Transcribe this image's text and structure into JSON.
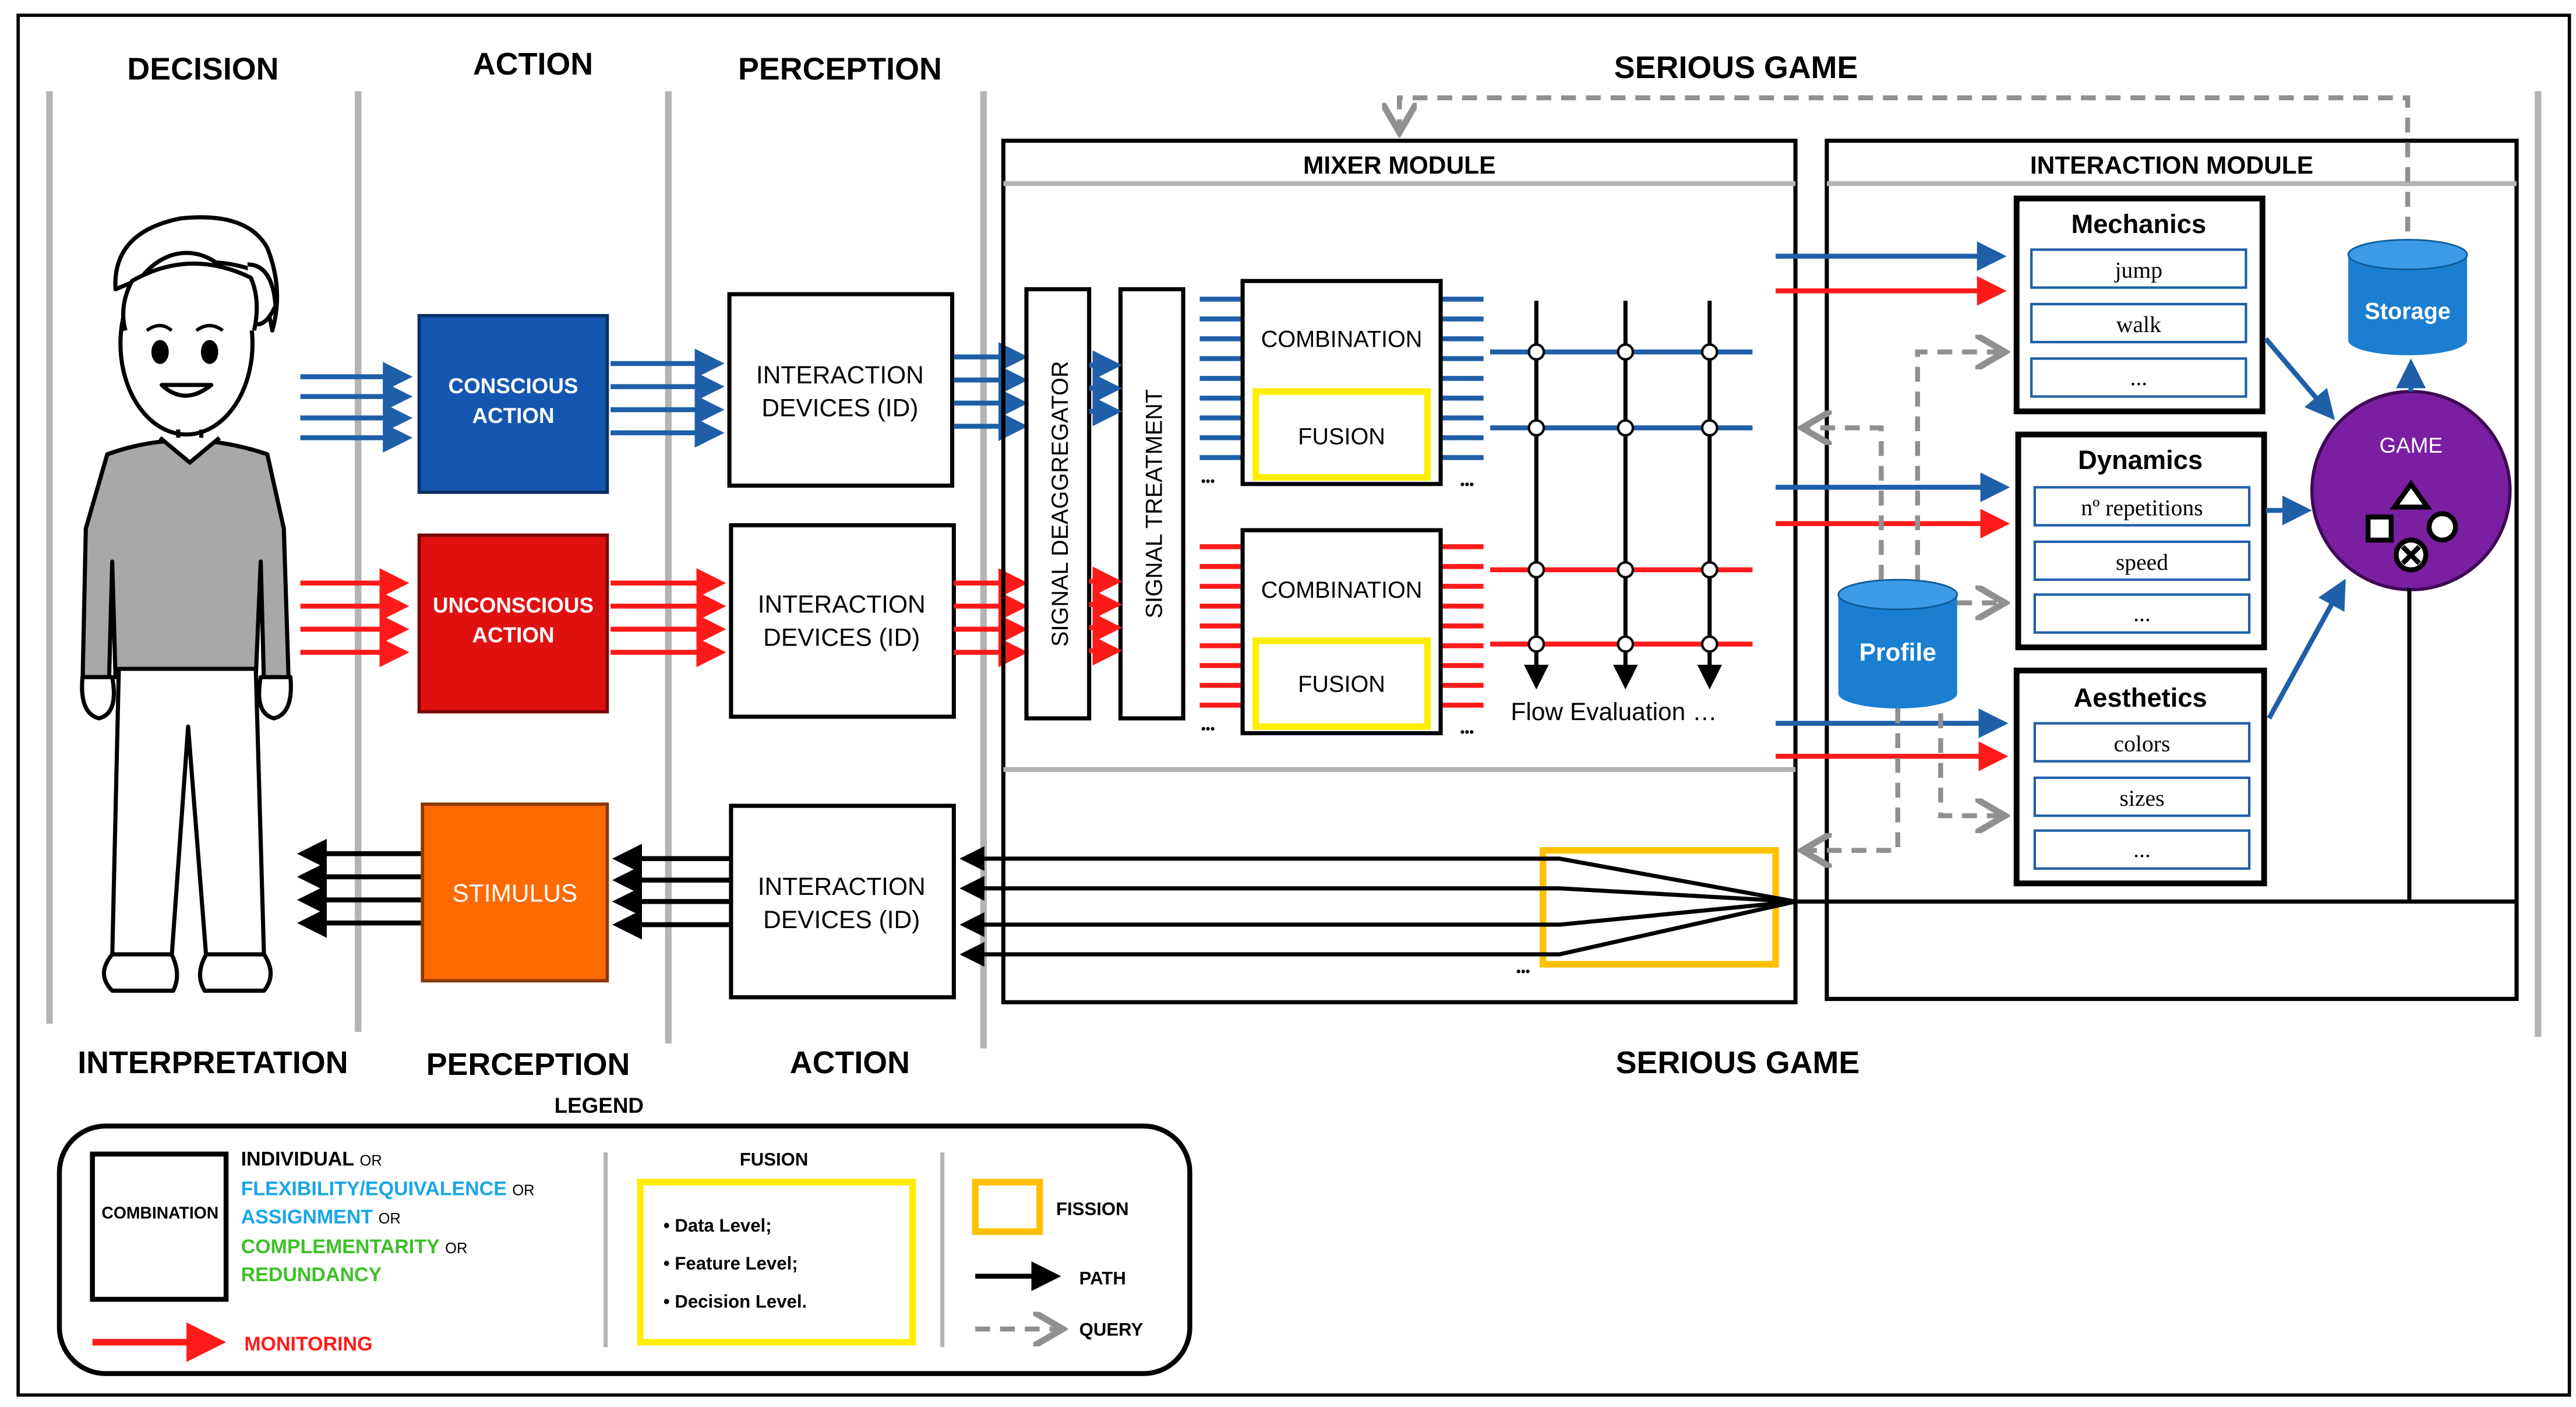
{
  "columns": {
    "top": [
      "DECISION",
      "ACTION",
      "PERCEPTION",
      "SERIOUS GAME"
    ],
    "bottom": [
      "INTERPRETATION",
      "PERCEPTION",
      "ACTION",
      "SERIOUS GAME"
    ]
  },
  "actions": {
    "conscious": [
      "CONSCIOUS",
      "ACTION"
    ],
    "unconscious": [
      "UNCONSCIOUS",
      "ACTION"
    ],
    "stimulus": "STIMULUS"
  },
  "devices": [
    "INTERACTION",
    "DEVICES (ID)"
  ],
  "mixer": {
    "title": "MIXER MODULE",
    "deaggregator": "SIGNAL DEAGGREGATOR",
    "treatment": "SIGNAL TREATMENT",
    "combination": "COMBINATION",
    "fusion": "FUSION",
    "flow": "Flow  Evaluation …",
    "ellipsis": "•••"
  },
  "interaction": {
    "title": "INTERACTION MODULE",
    "mechanics": {
      "title": "Mechanics",
      "items": [
        "jump",
        "walk",
        "..."
      ]
    },
    "dynamics": {
      "title": "Dynamics",
      "items": [
        "nº repetitions",
        "speed",
        "..."
      ]
    },
    "aesthetics": {
      "title": "Aesthetics",
      "items": [
        "colors",
        "sizes",
        "..."
      ]
    },
    "storage": "Storage",
    "profile": "Profile",
    "game": "GAME"
  },
  "legend": {
    "title": "LEGEND",
    "combination": "COMBINATION",
    "types": [
      {
        "label": "INDIVIDUAL",
        "suffix": "OR",
        "color": "#000000"
      },
      {
        "label": "FLEXIBILITY/EQUIVALENCE",
        "suffix": "OR",
        "color": "#1aa6e6"
      },
      {
        "label": "ASSIGNMENT",
        "suffix": "OR",
        "color": "#1aa6e6"
      },
      {
        "label": "COMPLEMENTARITY",
        "suffix": "OR",
        "color": "#3fbf2a"
      },
      {
        "label": "REDUNDANCY",
        "suffix": "",
        "color": "#3fbf2a"
      }
    ],
    "monitoring": "MONITORING",
    "fusion_title": "FUSION",
    "fusion_levels": [
      "Data Level;",
      "Feature Level;",
      "Decision Level."
    ],
    "fission": "FISSION",
    "path": "PATH",
    "query": "QUERY"
  },
  "colors": {
    "blue": "#1f5fa8",
    "red": "#ff1a1a",
    "conscious": "#1456b0",
    "unconscious": "#e01010",
    "stimulus": "#ff6a00",
    "yellow": "#ffee00",
    "fission": "#ffc000",
    "purple": "#7a1fa2",
    "storage": "#1a7fd0"
  }
}
